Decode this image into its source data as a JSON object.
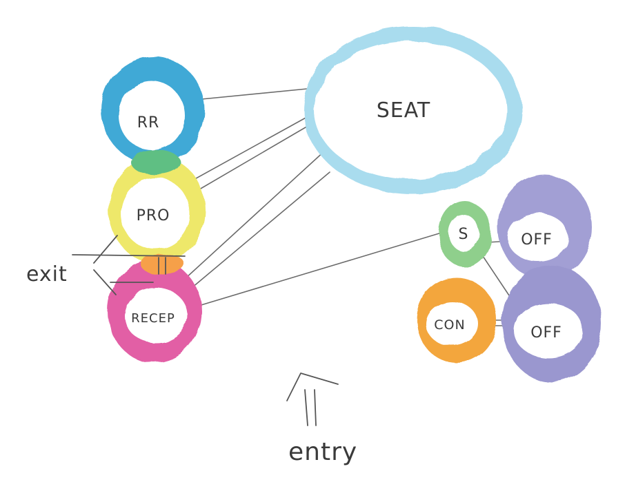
{
  "nodes": {
    "seat": {
      "label": "SEAT",
      "color": "#a9dcee"
    },
    "rr": {
      "label": "RR",
      "color": "#3fa9d6"
    },
    "pro": {
      "label": "PRO",
      "color": "#eee86a"
    },
    "recep": {
      "label": "RECEP",
      "color": "#e25ea5"
    },
    "s": {
      "label": "S",
      "color": "#8fcf8c"
    },
    "off1": {
      "label": "OFF",
      "color": "#a29fd4"
    },
    "off2": {
      "label": "OFF",
      "color": "#9a97cf"
    },
    "con": {
      "label": "CON",
      "color": "#f3a63d"
    }
  },
  "overlap_colors": {
    "rr_pro": "#5fbf83",
    "pro_recep": "#f6a04a"
  },
  "annotations": {
    "exit": "exit",
    "entry": "entry"
  }
}
